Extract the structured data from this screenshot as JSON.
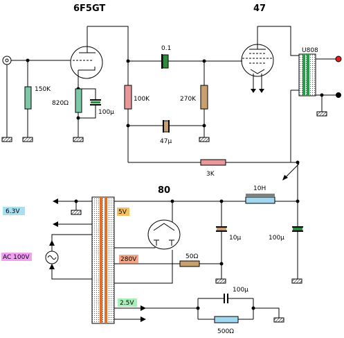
{
  "tubes": {
    "preamp": "6F5GT",
    "output": "47",
    "rectifier": "80"
  },
  "transformers": {
    "output": "U808"
  },
  "components": {
    "r_grid": "150K",
    "r_cathode": "820Ω",
    "c_cathode": "100μ",
    "c_coupling": "0.1",
    "r_plate": "100K",
    "r_grid2": "270K",
    "c_feedback": "47μ",
    "r_feedback": "3K",
    "choke": "10H",
    "c_filter1": "10μ",
    "c_filter2": "100μ",
    "r_bias": "50Ω",
    "c_bypass": "100μ",
    "r_hum": "500Ω"
  },
  "power_labels": {
    "v63": "6.3V",
    "v5": "5V",
    "ac100": "AC 100V",
    "v280": "280V",
    "v25": "2.5V"
  },
  "colors": {
    "resistor_green": "#7ec8a8",
    "resistor_tan": "#c8a070",
    "resistor_pink": "#e89898",
    "cap_green": "#2e8b3e",
    "choke_blue": "#9fd8f0",
    "label_blue": "#a8e0f0",
    "label_orange": "#f4c060",
    "label_magenta": "#f0a0f0",
    "label_salmon": "#f4a888",
    "label_green": "#a8f0b8",
    "output_red": "#e02020",
    "transformer_orange": "#e0702a",
    "transformer_green": "#20a040"
  }
}
